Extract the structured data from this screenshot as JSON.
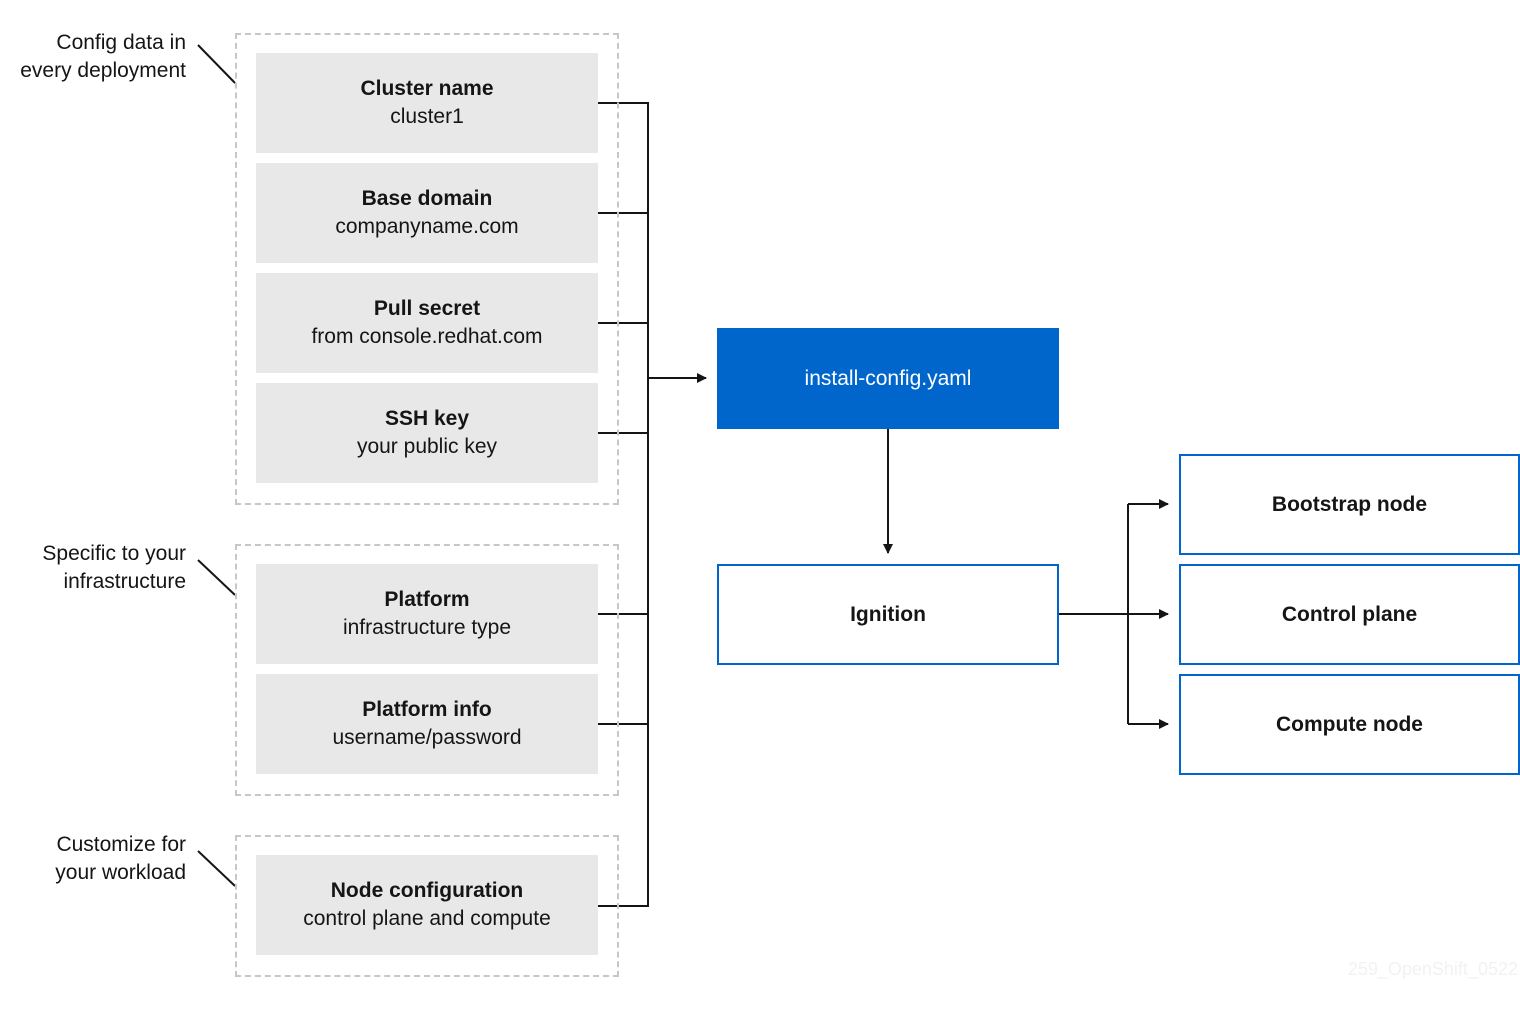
{
  "groups": [
    {
      "label_line1": "Config data in",
      "label_line2": "every deployment"
    },
    {
      "label_line1": "Specific to your",
      "label_line2": "infrastructure"
    },
    {
      "label_line1": "Customize for",
      "label_line2": "your workload"
    }
  ],
  "cards": [
    {
      "title": "Cluster name",
      "subtitle": "cluster1"
    },
    {
      "title": "Base domain",
      "subtitle": "companyname.com"
    },
    {
      "title": "Pull secret",
      "subtitle": "from console.redhat.com"
    },
    {
      "title": "SSH key",
      "subtitle": "your public key"
    },
    {
      "title": "Platform",
      "subtitle": "infrastructure type"
    },
    {
      "title": "Platform info",
      "subtitle": "username/password"
    },
    {
      "title": "Node configuration",
      "subtitle": "control plane and compute"
    }
  ],
  "install_config": {
    "label": "install-config.yaml"
  },
  "ignition": {
    "label": "Ignition"
  },
  "targets": [
    {
      "label": "Bootstrap node"
    },
    {
      "label": "Control plane"
    },
    {
      "label": "Compute node"
    }
  ],
  "watermark": "259_OpenShift_0522",
  "colors": {
    "accent": "#0066cc",
    "card_bg": "#e8e8e8",
    "dashed_border": "#c7c7c7",
    "line": "#151515"
  }
}
